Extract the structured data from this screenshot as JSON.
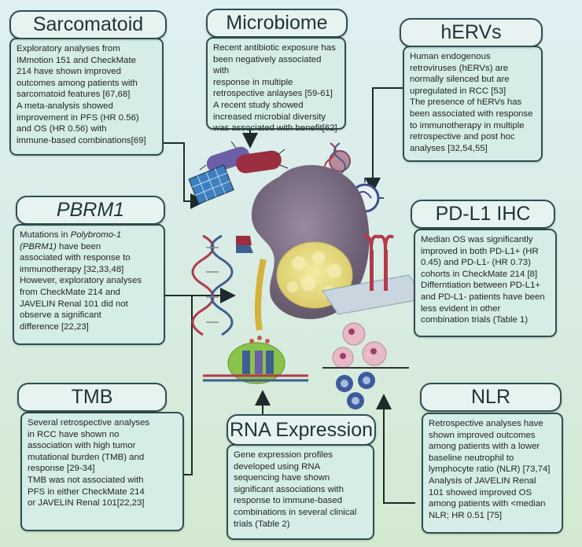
{
  "sections": {
    "sarcomatoid": {
      "title": "Sarcomatoid",
      "lines": [
        "Exploratory analyses from",
        "IMmotion 151 and CheckMate",
        "214 have shown improved",
        "outcomes among patients with",
        "sarcomatoid features [67,68]",
        "A meta-analysis showed",
        "improvement in PFS (HR 0.56)",
        "and OS (HR 0.56) with",
        "immune-based combinations[69]"
      ]
    },
    "microbiome": {
      "title": "Microbiome",
      "lines": [
        "Recent antibiotic exposure has",
        "been negatively associated with",
        "response in multiple",
        "retrospective anlayses [59-61]",
        "A recent study showed",
        "increased microbial diversity",
        "was associated with benefit[62]"
      ]
    },
    "hervs": {
      "title": "hERVs",
      "lines": [
        "Human endogenous",
        "retroviruses (hERVs) are",
        "normally silenced but are",
        "upregulated in RCC [53]",
        "The presence of hERVs has",
        "been associated with response",
        "to immunotherapy in multiple",
        "retrospective and post hoc",
        "analyses [32,54,55]"
      ]
    },
    "pbrm1": {
      "title": "PBRM1",
      "line1_prefix": "Mutations in ",
      "line1_italic": "Polybromo-1",
      "line2_italic": "(PBRM1)",
      "line2_suffix": " have been",
      "lines": [
        "associated with response to",
        "immunotherapy [32,33,48]",
        "However, exploratory analyses",
        "from CheckMate 214 and",
        "JAVELIN Renal 101 did not",
        "observe a significant",
        "difference [22,23]"
      ]
    },
    "pdl1": {
      "title": "PD-L1 IHC",
      "lines": [
        "Median OS was significantly",
        "improved in both PD-L1+ (HR",
        "0.45) and PD-L1- (HR 0.73)",
        "cohorts in CheckMate 214 [8]",
        "Differntiation between PD-L1+",
        "and PD-L1- patients have been",
        "less evident in other",
        "combination trials (Table 1)"
      ]
    },
    "tmb": {
      "title": "TMB",
      "lines": [
        "Several retrospective analyses",
        "in RCC have shown no",
        "association with high tumor",
        "mutational burden (TMB) and",
        "response [29-34]",
        "TMB was not associated with",
        "PFS in either CheckMate 214",
        "or JAVELIN Renal 101[22,23]"
      ]
    },
    "rna": {
      "title": "RNA Expression",
      "lines": [
        "Gene expression profiles",
        "developed using RNA",
        "sequencing have shown",
        "significant associations with",
        "response to immune-based",
        "combinations in several clinical",
        "trials (Table 2)"
      ]
    },
    "nlr": {
      "title": "NLR",
      "lines": [
        "Retrospective analyses have",
        "shown improved outcomes",
        "among patients with a lower",
        "baseline neutrophil to",
        "lymphocyte ratio (NLR) [73,74]",
        "Analysis of JAVELIN Renal",
        "101 showed improved OS",
        "among patients with <median",
        "NLR; HR 0.51 [75]"
      ]
    }
  },
  "colors": {
    "border": "#2f4f52",
    "box_fill": "#d6ece6",
    "title_fill": "#e6f3f1",
    "kidney": "#8a7a90",
    "tumor": "#e7dd8a",
    "dna_red": "#b23a4a",
    "dna_blue": "#3f5f8f"
  }
}
